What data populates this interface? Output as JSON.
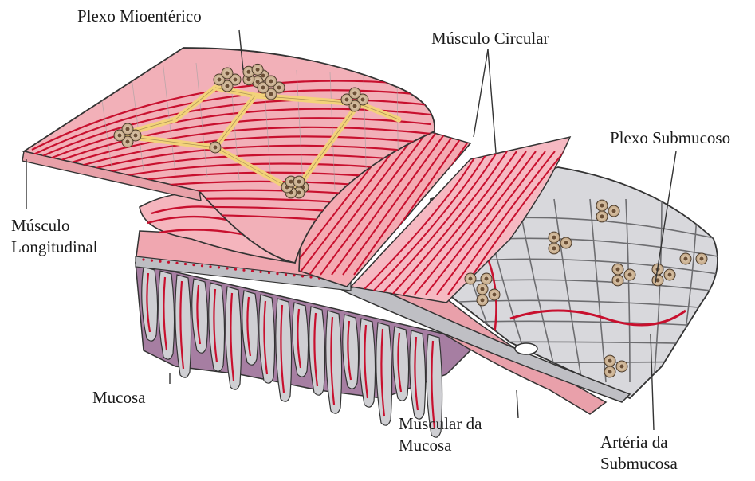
{
  "labels": {
    "plexo_mioenterico": "Plexo Mioentérico",
    "musculo_circular": "Músculo Circular",
    "plexo_submucoso": "Plexo Submucoso",
    "musculo_longitudinal_line1": "Músculo",
    "musculo_longitudinal_line2": "Longitudinal",
    "mucosa": "Mucosa",
    "muscular_mucosa_line1": "Muscular da",
    "muscular_mucosa_line2": "Mucosa",
    "arteria_line1": "Artéria da",
    "arteria_line2": "Submucosa"
  },
  "colors": {
    "muscle_pink": "#f4b3bd",
    "muscle_light": "#fad2d6",
    "vessel_red": "#c8102e",
    "nerve_yellow": "#f3d27a",
    "submucosa_gray": "#d3d3d6",
    "mucosa_purple": "#9b6a95",
    "ganglion_brown": "#8a6a4e",
    "outline": "#333333"
  }
}
